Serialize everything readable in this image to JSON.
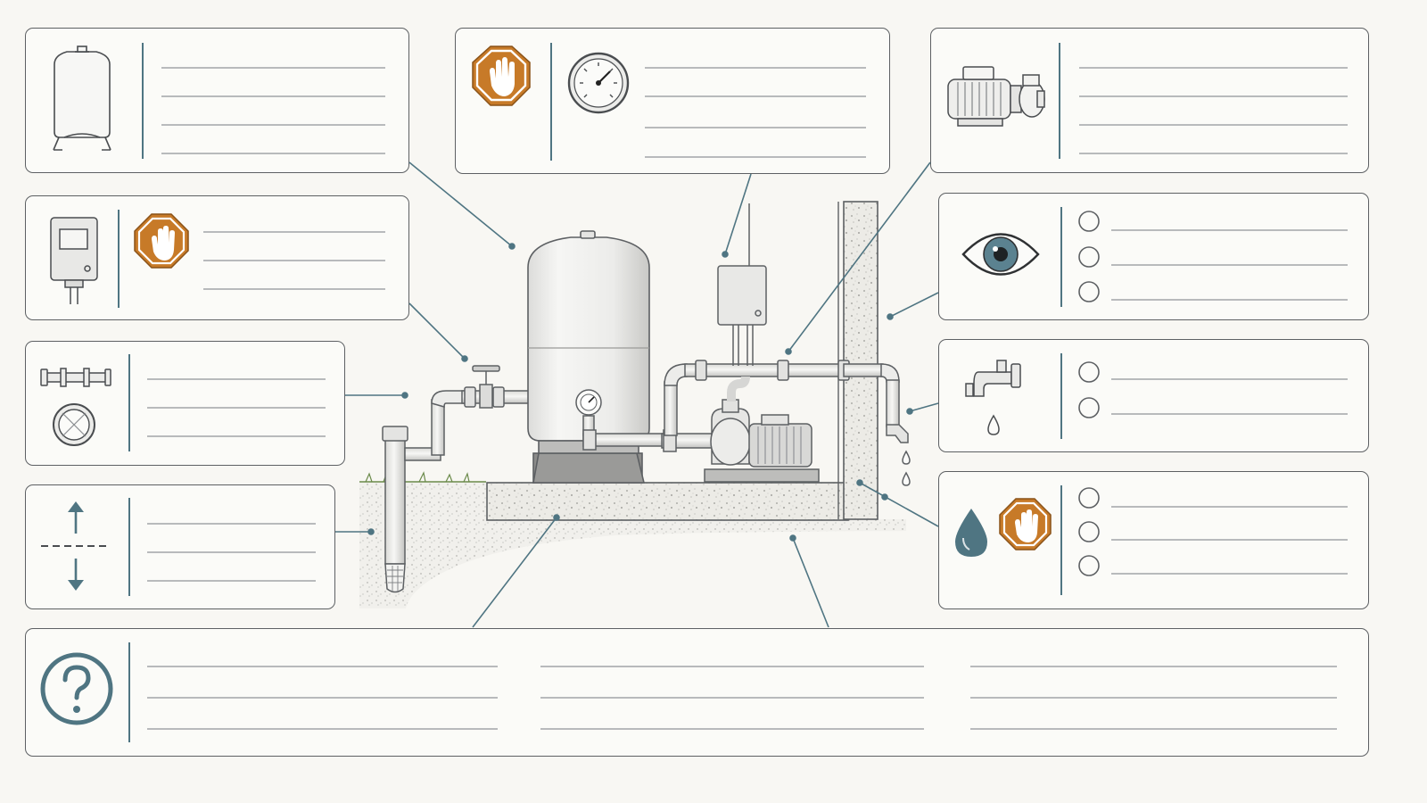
{
  "diagram": {
    "panels": [
      {
        "id": "pressure-tank-panel",
        "icons": [
          "pressure-tank-icon"
        ],
        "text_lines": 4,
        "checklist": false
      },
      {
        "id": "pressure-gauge-panel",
        "icons": [
          "stop-hand-icon",
          "pressure-gauge-icon"
        ],
        "text_lines": 4,
        "checklist": false
      },
      {
        "id": "pump-motor-panel",
        "icons": [
          "pump-motor-icon"
        ],
        "text_lines": 4,
        "checklist": false
      },
      {
        "id": "pressure-switch-panel",
        "icons": [
          "pressure-switch-icon",
          "stop-hand-icon"
        ],
        "text_lines": 3,
        "checklist": false
      },
      {
        "id": "inspection-panel",
        "icons": [
          "eye-icon"
        ],
        "text_lines": 3,
        "checklist": true
      },
      {
        "id": "pipe-fittings-panel",
        "icons": [
          "pipe-union-icon",
          "pipe-cross-section-icon"
        ],
        "text_lines": 3,
        "checklist": false
      },
      {
        "id": "leak-faucet-panel",
        "icons": [
          "dripping-faucet-icon"
        ],
        "text_lines": 2,
        "checklist": true
      },
      {
        "id": "well-depth-panel",
        "icons": [
          "depth-arrows-icon"
        ],
        "text_lines": 3,
        "checklist": false
      },
      {
        "id": "water-warning-panel",
        "icons": [
          "water-drop-icon",
          "stop-hand-icon"
        ],
        "text_lines": 3,
        "checklist": true
      },
      {
        "id": "help-panel",
        "icons": [
          "question-mark-icon"
        ],
        "text_lines": 9,
        "checklist": false
      }
    ],
    "colors": {
      "accent": "#4f7582",
      "warning": "#c77a28",
      "outline": "#5d6063",
      "line": "#8f9498",
      "background": "#f8f7f3"
    }
  }
}
